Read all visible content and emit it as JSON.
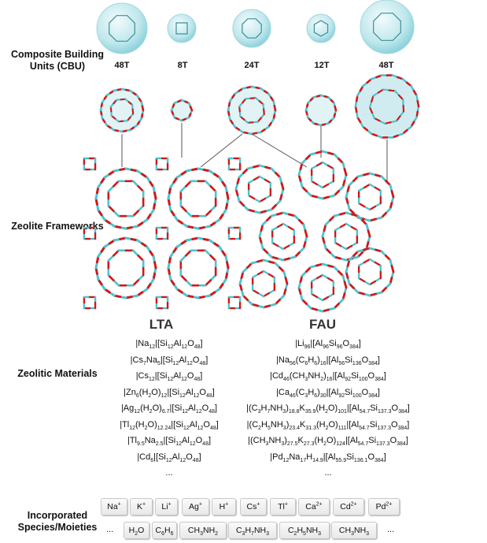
{
  "labels": {
    "cbu": "Composite Building Units (CBU)",
    "frameworks": "Zeolite Frameworks",
    "materials": "Zeolitic Materials",
    "species": "Incorporated Species/Moieties"
  },
  "cbu_sizes": [
    "48T",
    "8T",
    "24T",
    "12T",
    "48T"
  ],
  "frameworks": {
    "left": "LTA",
    "right": "FAU"
  },
  "lta_materials": [
    "|Na<sub>12</sub>|[Si<sub>12</sub>Al<sub>12</sub>O<sub>48</sub>]",
    "|Cs<sub>7</sub>Na<sub>5</sub>|[Si<sub>12</sub>Al<sub>12</sub>O<sub>48</sub>]",
    "|Cs<sub>12</sub>|[Si<sub>12</sub>Al<sub>12</sub>O<sub>48</sub>]",
    "|Zn<sub>6</sub>(H<sub>2</sub>O)<sub>12</sub>|[Si<sub>12</sub>Al<sub>12</sub>O<sub>48</sub>]",
    "|Ag<sub>12</sub>(H<sub>2</sub>O)<sub>6.7</sub>|[Si<sub>12</sub>Al<sub>12</sub>O<sub>48</sub>]",
    "|Tl<sub>12</sub>(H<sub>2</sub>O)<sub>12.24</sub>|[Si<sub>12</sub>Al<sub>12</sub>O<sub>48</sub>]",
    "|Tl<sub>9.5</sub>Na<sub>2.5</sub>|[Si<sub>12</sub>Al<sub>12</sub>O<sub>48</sub>]",
    "|Cd<sub>6</sub>|[Si<sub>12</sub>Al<sub>12</sub>O<sub>48</sub>]",
    "..."
  ],
  "fau_materials": [
    "|Li<sub>96</sub>|[Al<sub>96</sub>Si<sub>96</sub>O<sub>384</sub>]",
    "|Na<sub>56</sub>(C<sub>6</sub>H<sub>6</sub>)<sub>16</sub>|[Al<sub>56</sub>Si<sub>136</sub>O<sub>384</sub>]",
    "|Cd<sub>46</sub>(CH<sub>3</sub>NH<sub>2</sub>)<sub>16</sub>|[Al<sub>92</sub>Si<sub>100</sub>O<sub>384</sub>]",
    "|Ca<sub>46</sub>(C<sub>3</sub>H<sub>6</sub>)<sub>30</sub>|[Al<sub>92</sub>Si<sub>100</sub>O<sub>384</sub>]",
    "|(C<sub>3</sub>H<sub>7</sub>NH<sub>3</sub>)<sub>18.8</sub>K<sub>35.9</sub>(H<sub>2</sub>O)<sub>101</sub>|[Al<sub>54.7</sub>Si<sub>137.3</sub>O<sub>384</sub>]",
    "|(C<sub>2</sub>H<sub>5</sub>NH<sub>3</sub>)<sub>23.4</sub>K<sub>31.3</sub>(H<sub>2</sub>O)<sub>111</sub>|[Al<sub>54.7</sub>Si<sub>137.3</sub>O<sub>384</sub>]",
    "|(CH<sub>3</sub>NH<sub>3</sub>)<sub>27.5</sub>K<sub>27.3</sub>(H<sub>2</sub>O)<sub>124</sub>|[Al<sub>54.7</sub>Si<sub>137.3</sub>O<sub>384</sub>]",
    "|Pd<sub>12</sub>Na<sub>17</sub>H<sub>14.9</sub>|[Al<sub>55.9</sub>Si<sub>136.1</sub>O<sub>384</sub>]",
    "..."
  ],
  "ions": [
    "Na<sup>+</sup>",
    "K<sup>+</sup>",
    "Li<sup>+</sup>",
    "Ag<sup>+</sup>",
    "H<sup>+</sup>",
    "Cs<sup>+</sup>",
    "Tl<sup>+</sup>",
    "Ca<sup>2+</sup>",
    "Cd<sup>2+</sup>",
    "Pd<sup>2+</sup>"
  ],
  "molecules": [
    "H<sub>2</sub>O",
    "C<sub>6</sub>H<sub>6</sub>",
    "CH<sub>3</sub>NH<sub>2</sub>",
    "C<sub>3</sub>H<sub>7</sub>NH<sub>3</sub>",
    "C<sub>2</sub>H<sub>5</sub>NH<sub>3</sub>",
    "CH<sub>3</sub>NH<sub>3</sub>"
  ],
  "ellipsis": "...",
  "colors": {
    "oxygen": "#d01818",
    "silicon": "#4ec3cf",
    "cage": "#a9dde3"
  }
}
